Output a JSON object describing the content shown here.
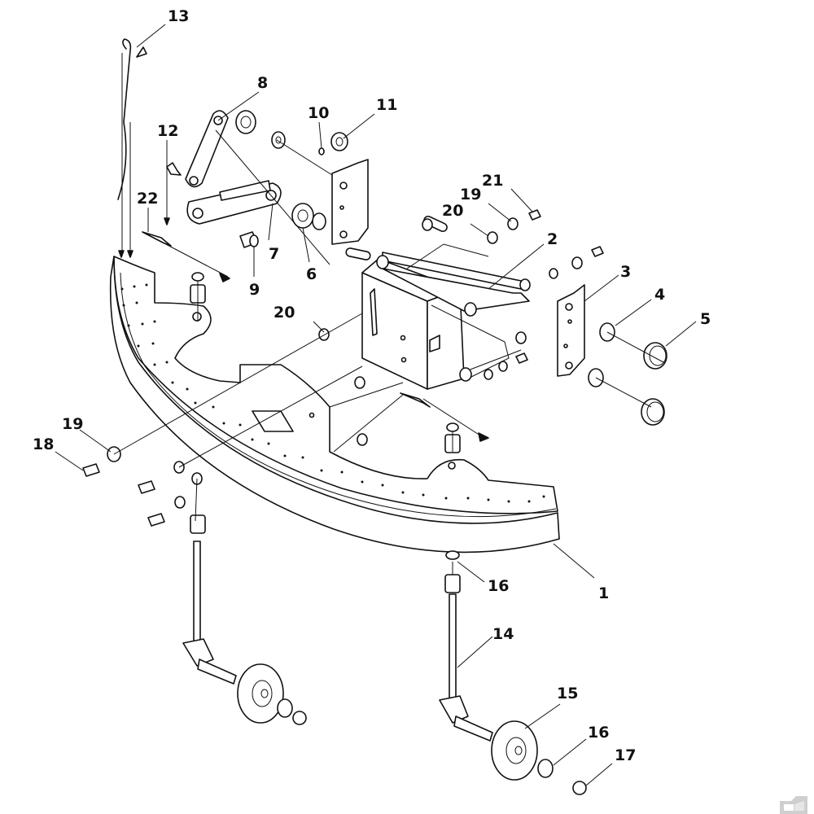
{
  "callouts": {
    "c1": "1",
    "c2": "2",
    "c3": "3",
    "c4": "4",
    "c5": "5",
    "c6": "6",
    "c7": "7",
    "c8": "8",
    "c9": "9",
    "c10": "10",
    "c11": "11",
    "c12": "12",
    "c13": "13",
    "c14": "14",
    "c15": "15",
    "c16a": "16",
    "c16b": "16",
    "c17": "17",
    "c18": "18",
    "c19a": "19",
    "c19b": "19",
    "c20a": "20",
    "c20b": "20",
    "c21": "21",
    "c22": "22"
  },
  "colors": {
    "line": "#111111",
    "fill": "#ffffff",
    "watermark": "#cfcfcf"
  },
  "icons": {
    "corner_mark": "k-logo-icon"
  }
}
